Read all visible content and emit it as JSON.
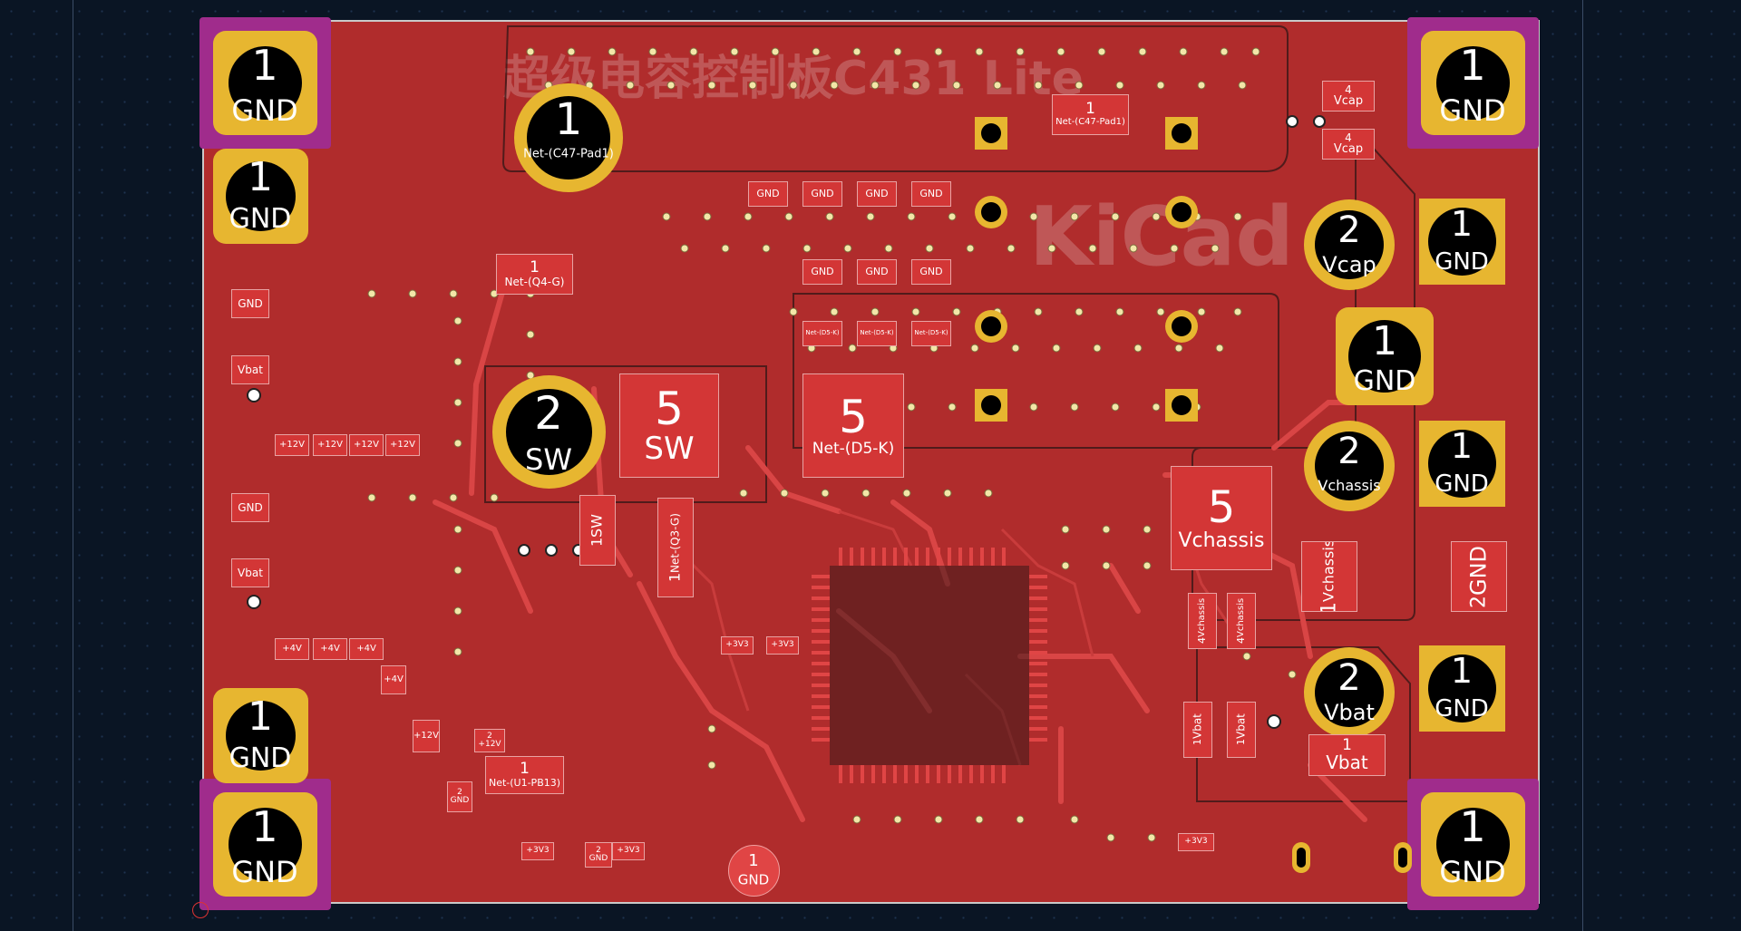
{
  "silkscreen": {
    "board_title": "超级电容控制板C431 Lite",
    "logo_text": "KiCad"
  },
  "corner_pads": {
    "gnd_num": "1",
    "gnd_net": "GND"
  },
  "big_tht": {
    "c47": {
      "num": "1",
      "net": "Net-(C47-Pad1)"
    },
    "sw": {
      "num": "2",
      "net": "SW"
    },
    "vcap": {
      "num": "2",
      "net": "Vcap"
    },
    "vchassis": {
      "num": "2",
      "net": "Vchassis"
    },
    "vbat": {
      "num": "2",
      "net": "Vbat"
    },
    "gnd_pad": {
      "num": "1",
      "net": "GND"
    },
    "gnd_small": {
      "num": "1",
      "net": "GND"
    }
  },
  "square_pads": [
    {
      "num": "1",
      "net": "GND"
    },
    {
      "num": "1",
      "net": "GND"
    },
    {
      "num": "1",
      "net": "GND"
    },
    {
      "num": "1",
      "net": "GND"
    }
  ],
  "smd_large": {
    "sw5": {
      "num": "5",
      "net": "SW"
    },
    "d5k5": {
      "num": "5",
      "net": "Net-(D5-K)"
    },
    "vchassis5": {
      "num": "5",
      "net": "Vchassis"
    },
    "gnd2": {
      "num": "2",
      "net": "GND"
    },
    "vchassis1": {
      "num": "1",
      "net": "Vchassis"
    },
    "vbat1": {
      "num": "1",
      "net": "Vbat"
    },
    "c47pad": {
      "num": "1",
      "net": "Net-(C47-Pad1)"
    },
    "q4g": {
      "num": "1",
      "net": "Net-(Q4-G)"
    },
    "u1pb13": {
      "num": "1",
      "net": "Net-(U1-PB13)"
    },
    "q3g": {
      "num": "1",
      "net": "Net-(Q3-G)"
    },
    "sw1": {
      "num": "1",
      "net": "SW"
    },
    "vcap4a": {
      "num": "4",
      "net": "Vcap"
    },
    "vcap4b": {
      "num": "4",
      "net": "Vcap"
    },
    "vchassis4a": {
      "num": "4",
      "net": "Vchassis"
    },
    "vchassis4b": {
      "num": "4",
      "net": "Vchassis"
    },
    "vbat1a": {
      "num": "1",
      "net": "Vbat"
    },
    "vbat1b": {
      "num": "1",
      "net": "Vbat"
    }
  },
  "small_pads": {
    "gnd1_row1": [
      "GND",
      "GND",
      "GND",
      "GND"
    ],
    "gnd1_row2": [
      "GND",
      "GND",
      "GND"
    ],
    "d5k_row": [
      "Net-(D5-K)",
      "Net-(D5-K)",
      "Net-(D5-K)"
    ],
    "vbat_left": [
      "Vbat",
      "Vbat"
    ],
    "gnd_left": [
      "GND",
      "GND"
    ],
    "p12v": [
      "+12V",
      "+12V",
      "+12V",
      "+12V",
      "+12V"
    ],
    "p4v": [
      "+4V",
      "+4V",
      "+4V",
      "+4V"
    ],
    "p3v3": [
      "+3V3",
      "+3V3",
      "+3V3",
      "+3V3",
      "+3V3"
    ],
    "gnd_round": {
      "num": "1",
      "net": "GND"
    },
    "gnd_small_pad": {
      "num": "2",
      "net": "GND"
    },
    "p12v_pad": {
      "num": "2",
      "net": "+12V"
    },
    "gnd_pad_row2": {
      "num": "2",
      "net": "GND"
    }
  }
}
